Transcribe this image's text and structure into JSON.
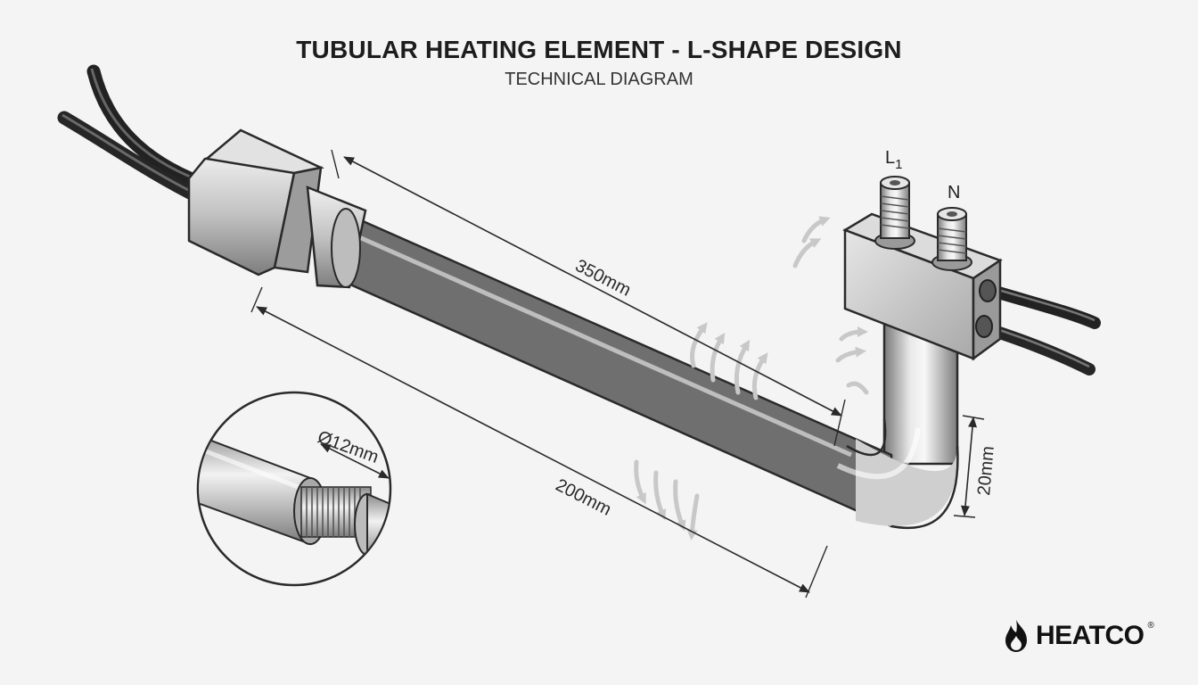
{
  "header": {
    "title": "TUBULAR HEATING ELEMENT - L-SHAPE DESIGN",
    "subtitle": "TECHNICAL DIAGRAM"
  },
  "dimensions": {
    "length_upper": "350mm",
    "length_lower": "200mm",
    "vertical_leg": "20mm",
    "diameter": "Ø12mm"
  },
  "terminals": {
    "live_main": "L",
    "live_sub": "1",
    "neutral": "N"
  },
  "brand": {
    "name": "HEATCO",
    "mark": "®"
  },
  "colors": {
    "background": "#f4f4f4",
    "steel_light": "#eeeeee",
    "steel_dark": "#8a8a8a",
    "outline": "#2a2a2a",
    "cable": "#2b2b2b"
  }
}
